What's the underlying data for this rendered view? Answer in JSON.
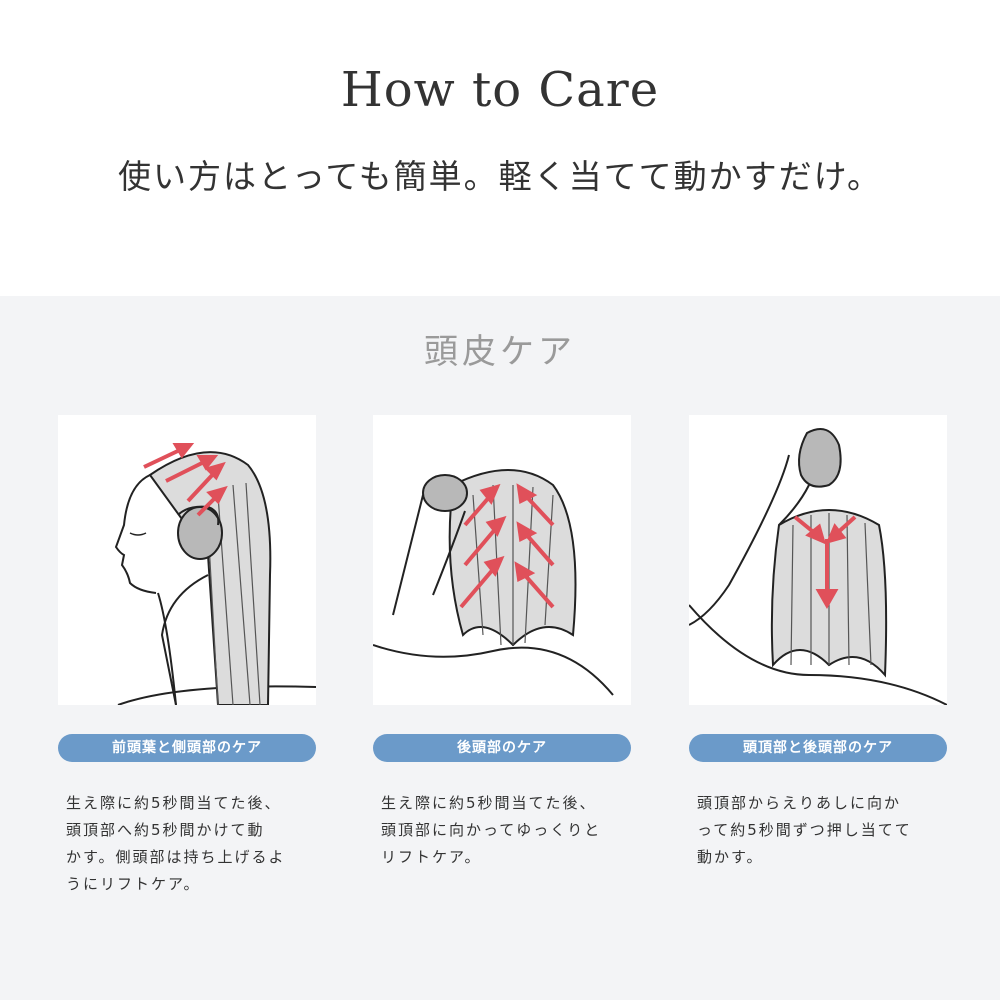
{
  "header": {
    "title": "How to Care",
    "subtitle": "使い方はとっても簡単。軽く当てて動かすだけ。"
  },
  "section": {
    "title": "頭皮ケア"
  },
  "colors": {
    "accent_pill": "#6b9ac9",
    "arrow": "#e0505a",
    "panel_bg": "#f3f4f6",
    "hair_fill": "#dcdcdc"
  },
  "steps": [
    {
      "label": "前頭葉と側頭部のケア",
      "description": "生え際に約5秒間当てた後、\n頭頂部へ約5秒間かけて動\nかす。側頭部は持ち上げるよ\nうにリフトケア。",
      "illustration": "front-side-head-care"
    },
    {
      "label": "後頭部のケア",
      "description": "生え際に約5秒間当てた後、\n頭頂部に向かってゆっくりと\nリフトケア。",
      "illustration": "back-head-care"
    },
    {
      "label": "頭頂部と後頭部のケア",
      "description": "頭頂部からえりあしに向か\nって約5秒間ずつ押し当てて\n動かす。",
      "illustration": "crown-back-head-care"
    }
  ]
}
